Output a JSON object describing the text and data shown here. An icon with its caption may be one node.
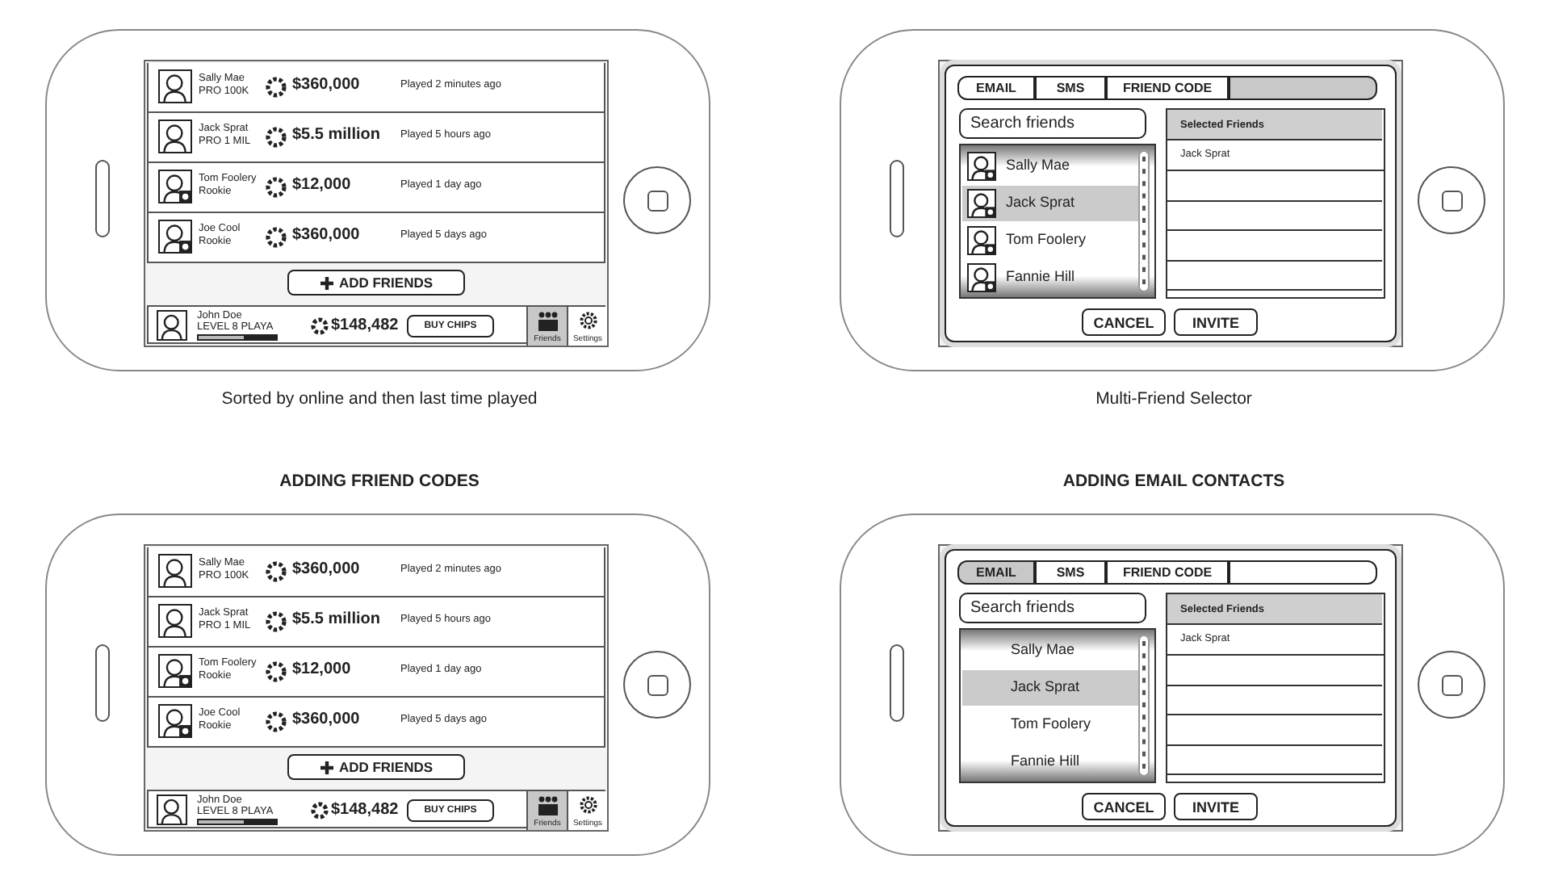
{
  "diagram": {
    "nodes": [
      {
        "text": [],
        "shape": "box",
        "beside": [
          "Sorted by online and then last time played"
        ]
      },
      {
        "text": [
          "Sally Mae",
          "PRO 100K",
          "$360,000",
          "Played 2 minutes ago"
        ],
        "in": 0
      },
      {
        "text": [
          "Jack Sprat",
          "PRO 1 MIL",
          "$5.5 million",
          "Played 5 hours ago"
        ],
        "in": 0
      },
      {
        "text": [
          "Tom Foolery",
          "Rookie",
          "$12,000",
          "Played 1 day ago"
        ],
        "in": 0
      },
      {
        "text": [
          "Joe Cool",
          "Rookie",
          "$360,000",
          "Played 5 days ago"
        ],
        "in": 0
      },
      {
        "text": [
          "ADD FRIENDS"
        ],
        "in": 0
      },
      {
        "text": [
          "John Doe",
          "LEVEL 8 PLAYA",
          "$148,482"
        ],
        "in": 0
      },
      {
        "text": [
          "BUY CHIPS"
        ],
        "in": 6
      },
      {
        "text": [
          "Friends"
        ],
        "in": 6
      },
      {
        "text": [
          "Settings"
        ],
        "in": 6
      },
      {
        "text": [],
        "shape": "box",
        "beside": [
          "Multi-Friend Selector"
        ]
      },
      {
        "text": [],
        "shape": "box",
        "in": 10
      },
      {
        "text": [
          "EMAIL"
        ],
        "in": 11
      },
      {
        "text": [
          "SMS"
        ],
        "in": 11
      },
      {
        "text": [
          "FRIEND CODE"
        ],
        "in": 11
      },
      {
        "text": [],
        "shape": "box",
        "in": 11
      },
      {
        "text": [
          "Search friends"
        ],
        "in": 11
      },
      {
        "text": [],
        "shape": "box",
        "in": 11
      },
      {
        "text": [
          "Sally Mae"
        ],
        "in": 17
      },
      {
        "text": [
          "Jack Sprat"
        ],
        "in": 17
      },
      {
        "text": [
          "Tom Foolery"
        ],
        "in": 17
      },
      {
        "text": [
          "Fannie Hill"
        ],
        "in": 17
      },
      {
        "text": [
          "Selected Friends"
        ],
        "in": 11
      },
      {
        "text": [
          "Jack Sprat"
        ],
        "in": 22
      },
      {
        "text": [
          "CANCEL"
        ],
        "in": 11
      },
      {
        "text": [
          "INVITE"
        ],
        "in": 11
      },
      {
        "text": [
          "ADDING FRIEND CODES"
        ]
      },
      {
        "text": [
          "Sally Mae",
          "PRO 100K",
          "$360,000",
          "Played 2 minutes ago"
        ],
        "in": 26
      },
      {
        "text": [
          "Jack Sprat",
          "PRO 1 MIL",
          "$5.5 million",
          "Played 5 hours ago"
        ],
        "in": 26
      },
      {
        "text": [
          "Tom Foolery",
          "Rookie",
          "$12,000",
          "Played 1 day ago"
        ],
        "in": 26
      },
      {
        "text": [
          "Joe Cool",
          "Rookie",
          "$360,000",
          "Played 5 days ago"
        ],
        "in": 26
      },
      {
        "text": [
          "ADD FRIENDS"
        ],
        "in": 26
      },
      {
        "text": [
          "John Doe",
          "LEVEL 8 PLAYA",
          "$148,482"
        ],
        "in": 26
      },
      {
        "text": [
          "BUY CHIPS"
        ],
        "in": 32
      },
      {
        "text": [
          "Friends"
        ],
        "in": 32
      },
      {
        "text": [
          "Settings"
        ],
        "in": 32
      },
      {
        "text": [
          "ADDING EMAIL CONTACTS"
        ]
      },
      {
        "text": [],
        "shape": "box",
        "in": 36
      },
      {
        "text": [
          "EMAIL"
        ],
        "in": 37
      },
      {
        "text": [
          "SMS"
        ],
        "in": 37
      },
      {
        "text": [
          "FRIEND CODE"
        ],
        "in": 37
      },
      {
        "text": [],
        "shape": "box",
        "in": 37
      },
      {
        "text": [
          "Search friends"
        ],
        "in": 37
      },
      {
        "text": [],
        "shape": "box",
        "in": 37
      },
      {
        "text": [
          "Sally Mae"
        ],
        "in": 43
      },
      {
        "text": [
          "Jack Sprat"
        ],
        "in": 43
      },
      {
        "text": [
          "Tom Foolery"
        ],
        "in": 43
      },
      {
        "text": [
          "Fannie Hill"
        ],
        "in": 43
      },
      {
        "text": [
          "Selected Friends"
        ],
        "in": 37
      },
      {
        "text": [
          "Jack Sprat"
        ],
        "in": 48
      },
      {
        "text": [
          "CANCEL"
        ],
        "in": 37
      },
      {
        "text": [
          "INVITE"
        ],
        "in": 37
      }
    ]
  }
}
